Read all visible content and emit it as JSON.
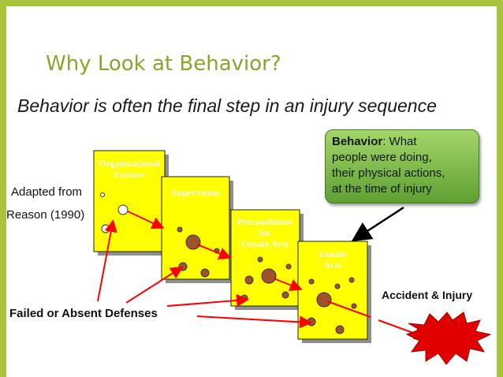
{
  "slide": {
    "title": "Why Look at Behavior?",
    "subtitle": "Behavior is often the final step in an injury sequence",
    "adapted_line1": "Adapted from",
    "adapted_line2": "Reason (1990)",
    "callout_bold": "Behavior",
    "callout_rest_first": ":  What",
    "callout_line2": "people were doing,",
    "callout_line3": "their physical actions,",
    "callout_line4": "at the time of injury",
    "defenses_label": "Failed or Absent Defenses",
    "accident_label": "Accident & Injury"
  },
  "layers": [
    {
      "line1": "Organizational",
      "line2": "Factors"
    },
    {
      "line1": "Supervision",
      "line2": ""
    },
    {
      "line1": "Preconditions",
      "line2": "for",
      "line3": "Unsafe Acts"
    },
    {
      "line1": "Unsafe",
      "line2": "Acts"
    }
  ],
  "colors": {
    "frame": "#a9c33a",
    "title": "#8aa52c",
    "card_fill": "#ffff00",
    "hole_fill": "#a0522d",
    "arrow": "#ff0000",
    "callout_fill": "#7fbf4a",
    "burst": "#e00000"
  }
}
